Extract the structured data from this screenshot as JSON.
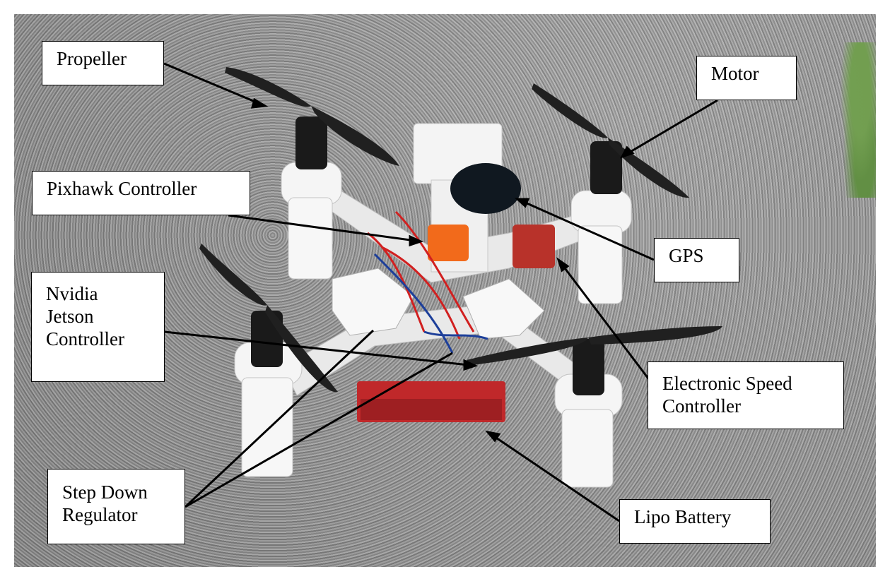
{
  "labels": {
    "propeller": "Propeller",
    "motor": "Motor",
    "pixhawk": "Pixhawk Controller",
    "gps": "GPS",
    "jetson": [
      "Nvidia",
      "Jetson",
      "Controller"
    ],
    "esc": [
      "Electronic Speed",
      "Controller"
    ],
    "stepdown": [
      "Step Down",
      "Regulator"
    ],
    "lipo": "Lipo Battery"
  },
  "colors": {
    "frame": "#f2f2f2",
    "motor": "#1a1a1a",
    "propeller": "#202020",
    "flight_controller": "#f26a1b",
    "esc": "#b8322a",
    "battery": "#c0282a"
  }
}
